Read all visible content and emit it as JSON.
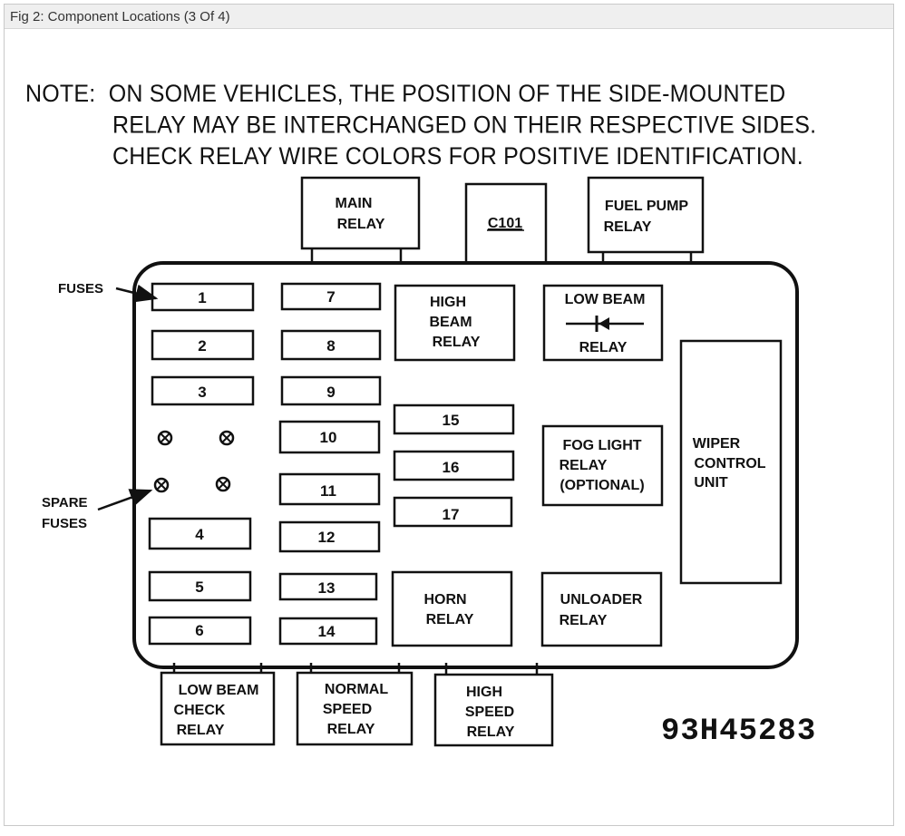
{
  "window": {
    "title": "Fig 2: Component Locations (3 Of 4)"
  },
  "note": {
    "label": "NOTE:",
    "line1": "ON SOME VEHICLES, THE POSITION OF THE SIDE-MOUNTED",
    "line2": "RELAY MAY BE INTERCHANGED ON THEIR RESPECTIVE SIDES.",
    "line3": "CHECK RELAY WIRE COLORS FOR POSITIVE IDENTIFICATION."
  },
  "callouts": {
    "fuses": "FUSES",
    "spare_1": "SPARE",
    "spare_2": "FUSES"
  },
  "top_relays": {
    "main_1": "MAIN",
    "main_2": "RELAY",
    "connector": "C101",
    "fuel_1": "FUEL PUMP",
    "fuel_2": "RELAY"
  },
  "fuses": [
    "1",
    "2",
    "3",
    "4",
    "5",
    "6",
    "7",
    "8",
    "9",
    "10",
    "11",
    "12",
    "13",
    "14",
    "15",
    "16",
    "17"
  ],
  "inner_relays": {
    "high_beam_1": "HIGH",
    "high_beam_2": "BEAM",
    "high_beam_3": "RELAY",
    "low_beam_1": "LOW BEAM",
    "low_beam_2": "RELAY",
    "fog_1": "FOG LIGHT",
    "fog_2": "RELAY",
    "fog_3": "(OPTIONAL)",
    "horn_1": "HORN",
    "horn_2": "RELAY",
    "unloader_1": "UNLOADER",
    "unloader_2": "RELAY",
    "wiper_1": "WIPER",
    "wiper_2": "CONTROL",
    "wiper_3": "UNIT"
  },
  "bottom_relays": {
    "lbc_1": "LOW BEAM",
    "lbc_2": "CHECK",
    "lbc_3": "RELAY",
    "normal_1": "NORMAL",
    "normal_2": "SPEED",
    "normal_3": "RELAY",
    "high_1": "HIGH",
    "high_2": "SPEED",
    "high_3": "RELAY"
  },
  "figure_code": "93H45283",
  "colors": {
    "ink": "#111111",
    "background": "#ffffff",
    "titlebar": "#efefef"
  }
}
